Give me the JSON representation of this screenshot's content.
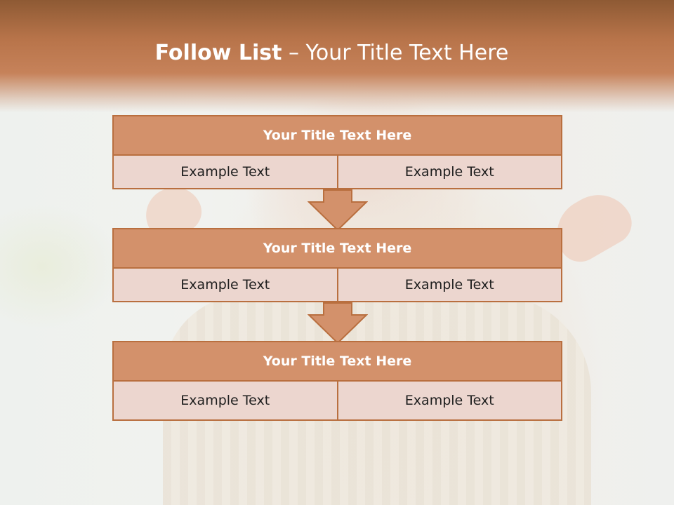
{
  "slide": {
    "title_bold": "Follow List",
    "title_rest": " – Your Title Text Here"
  },
  "blocks": [
    {
      "title": "Your Title Text Here",
      "left": "Example Text",
      "right": "Example Text"
    },
    {
      "title": "Your Title Text Here",
      "left": "Example Text",
      "right": "Example Text"
    },
    {
      "title": "Your Title Text Here",
      "left": "Example Text",
      "right": "Example Text"
    }
  ],
  "colors": {
    "header_fill": "#d3916b",
    "cell_fill": "#ecd6cf",
    "border": "#b96f3f",
    "arrow_fill": "#d3916b"
  }
}
